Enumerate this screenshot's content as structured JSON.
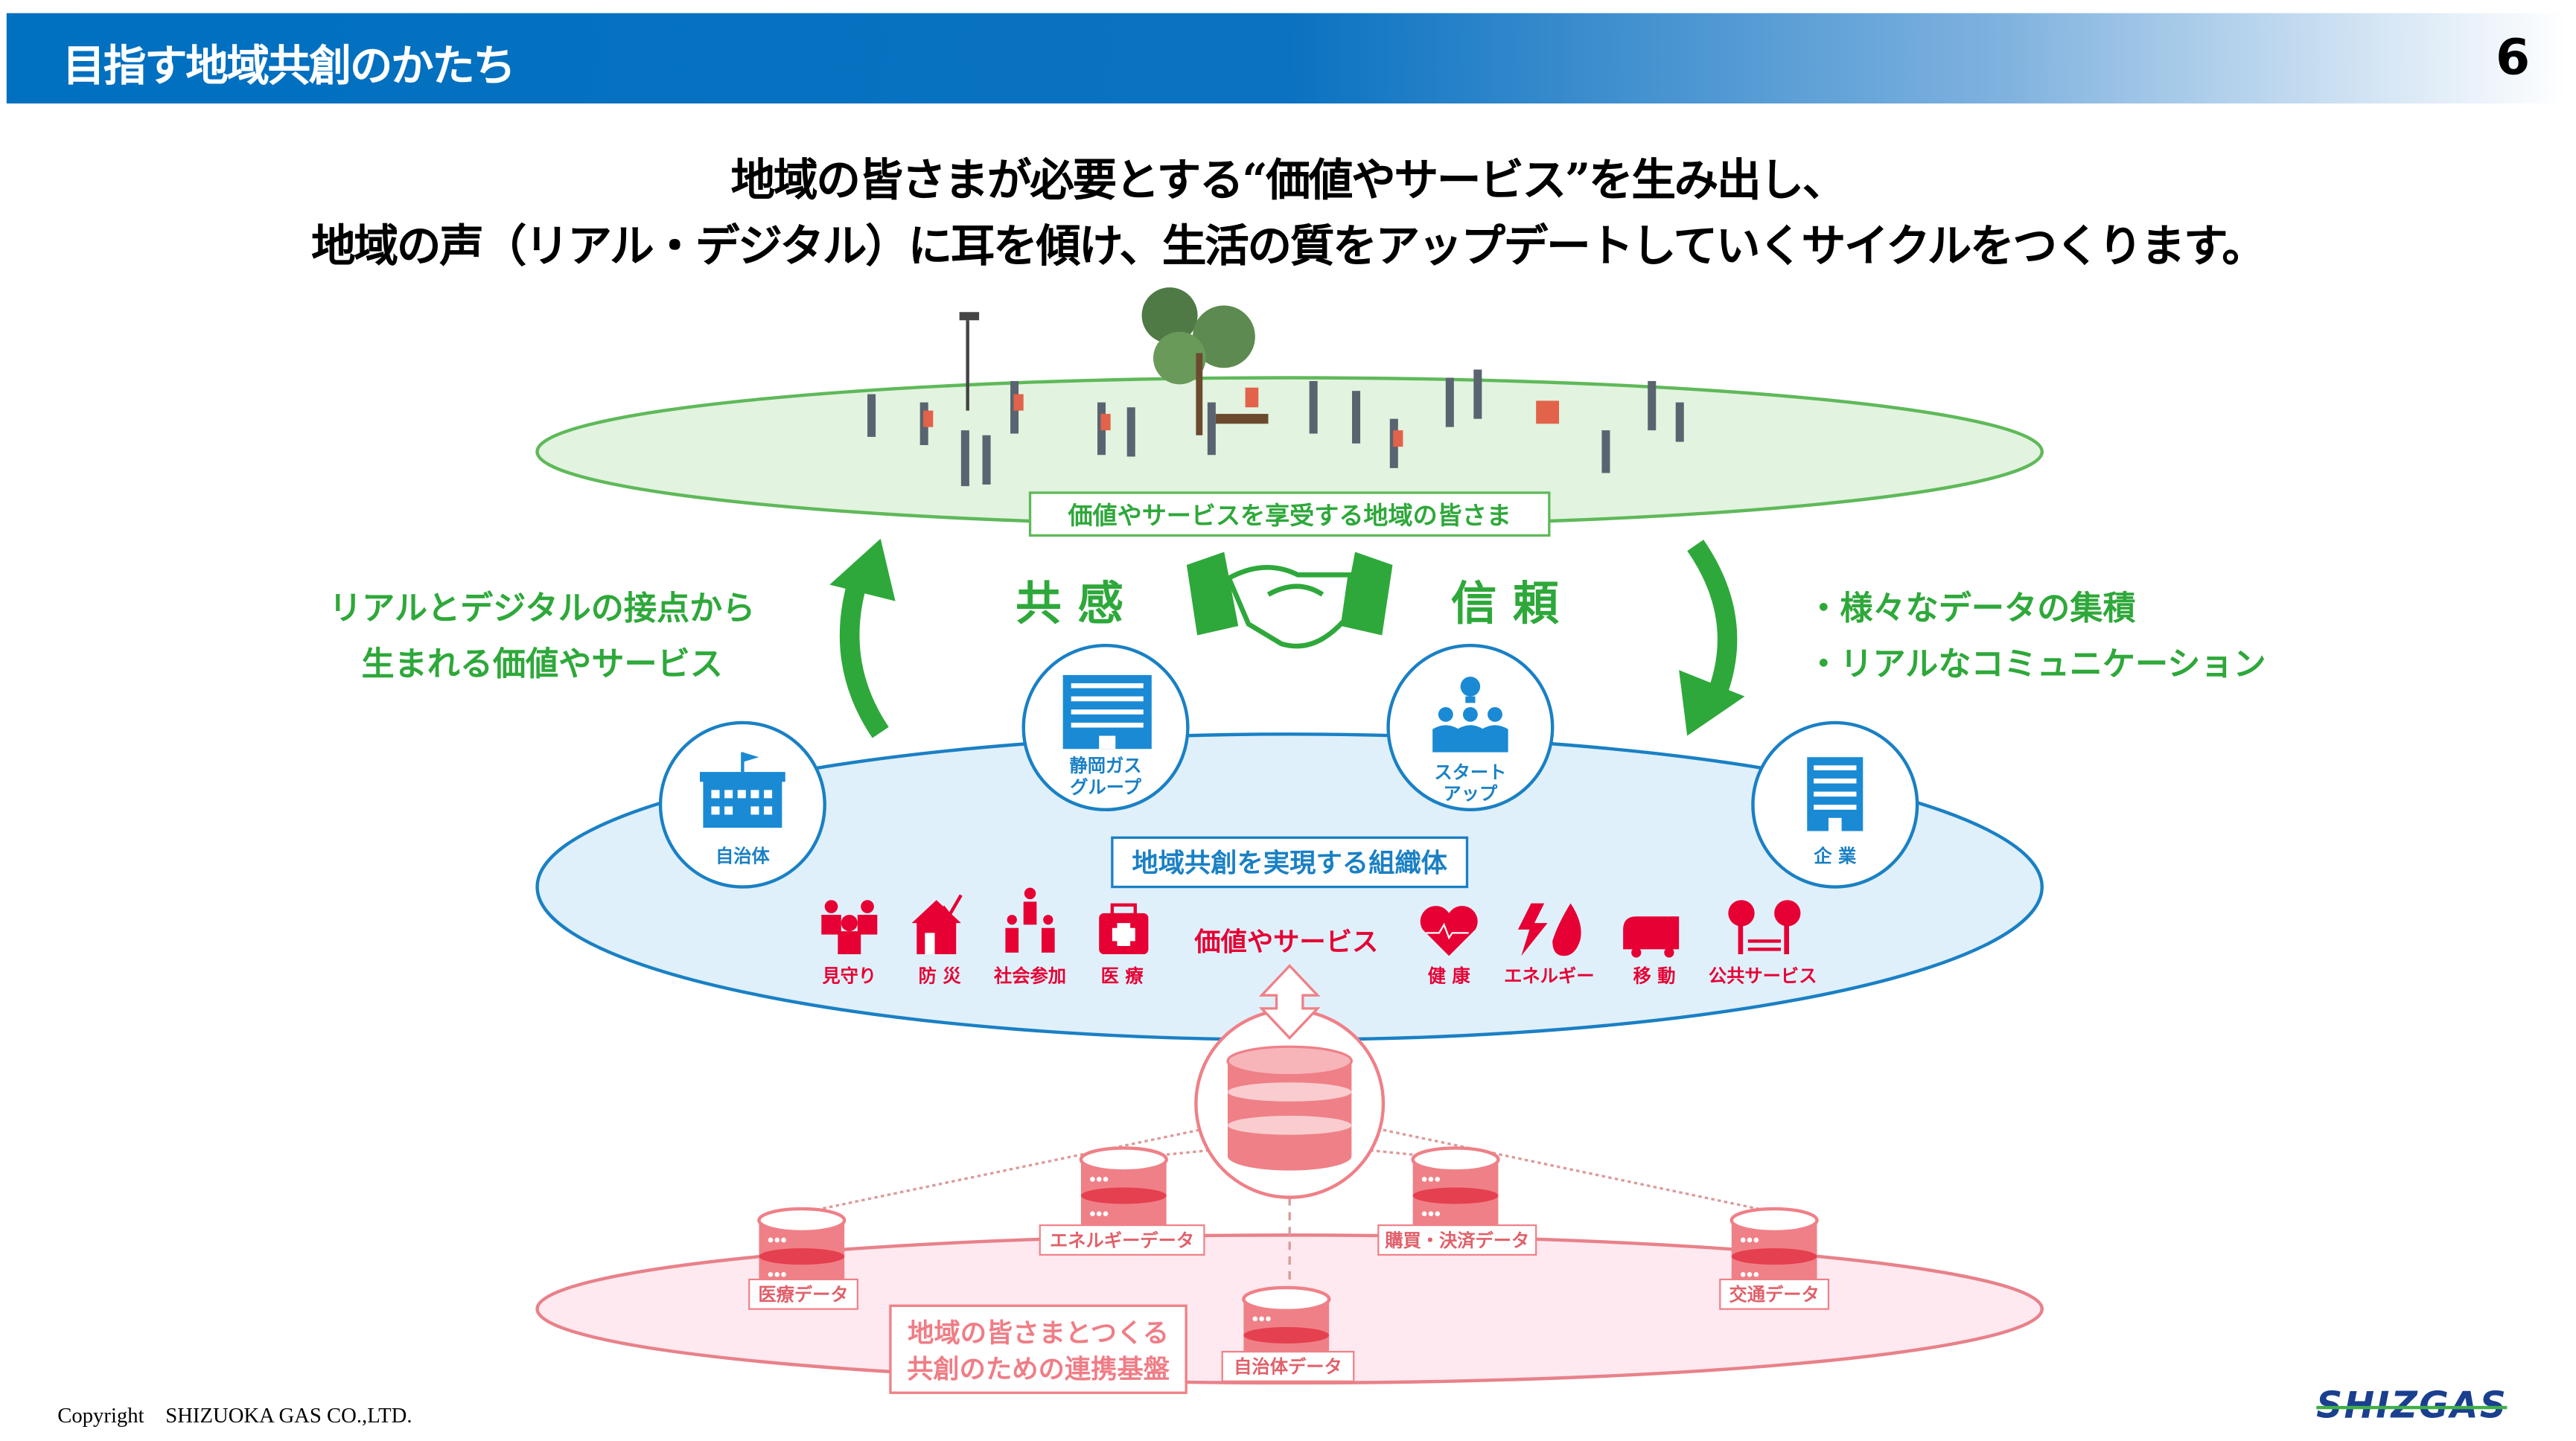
{
  "header": {
    "title": "目指す地域共創のかたち",
    "page_number": "6"
  },
  "lead": {
    "line1": "地域の皆さまが必要とする“価値やサービス”を生み出し、",
    "line2": "地域の声（リアル・デジタル）に耳を傾け、生活の質をアップデートしていくサイクルをつくります。"
  },
  "top_layer": {
    "label": "価値やサービスを享受する地域の皆さま"
  },
  "cycle": {
    "left_text": [
      "リアルとデジタルの接点から",
      "生まれる価値やサービス"
    ],
    "right_bullets": [
      "・様々なデータの集積",
      "・リアルなコミュニケーション"
    ],
    "empathy": "共 感",
    "trust": "信 頼"
  },
  "middle_layer": {
    "label": "地域共創を実現する組織体",
    "organizations": [
      {
        "name": "自治体",
        "icon": "city-hall-icon"
      },
      {
        "name": "静岡ガス\nグループ",
        "line1": "静岡ガス",
        "line2": "グループ",
        "icon": "office-building-icon"
      },
      {
        "name": "スタートアップ",
        "line1": "スタート",
        "line2": "アップ",
        "icon": "startup-team-icon"
      },
      {
        "name": "企 業",
        "icon": "company-building-icon"
      }
    ],
    "services_title": "価値やサービス",
    "services": [
      {
        "label": "見守り",
        "icon": "family-icon"
      },
      {
        "label": "防 災",
        "icon": "disaster-house-icon"
      },
      {
        "label": "社会参加",
        "icon": "people-group-icon"
      },
      {
        "label": "医 療",
        "icon": "first-aid-icon"
      },
      {
        "label": "健 康",
        "icon": "heart-pulse-icon"
      },
      {
        "label": "エネルギー",
        "icon": "lightning-flame-icon"
      },
      {
        "label": "移 動",
        "icon": "vehicle-icon"
      },
      {
        "label": "公共サービス",
        "icon": "park-icon"
      }
    ]
  },
  "bottom_layer": {
    "label_line1": "地域の皆さまとつくる",
    "label_line2": "共創のための連携基盤",
    "data_sources": [
      "医療データ",
      "エネルギーデータ",
      "購買・決済データ",
      "交通データ",
      "自治体データ"
    ]
  },
  "footer": {
    "copyright": "Copyright　SHIZUOKA GAS CO.,LTD.",
    "logo": "SHIZGAS"
  },
  "colors": {
    "header_blue": "#0070c0",
    "green": "#2ea83a",
    "blue": "#1a80c4",
    "red": "#e60033",
    "pink": "#ef7d86"
  }
}
